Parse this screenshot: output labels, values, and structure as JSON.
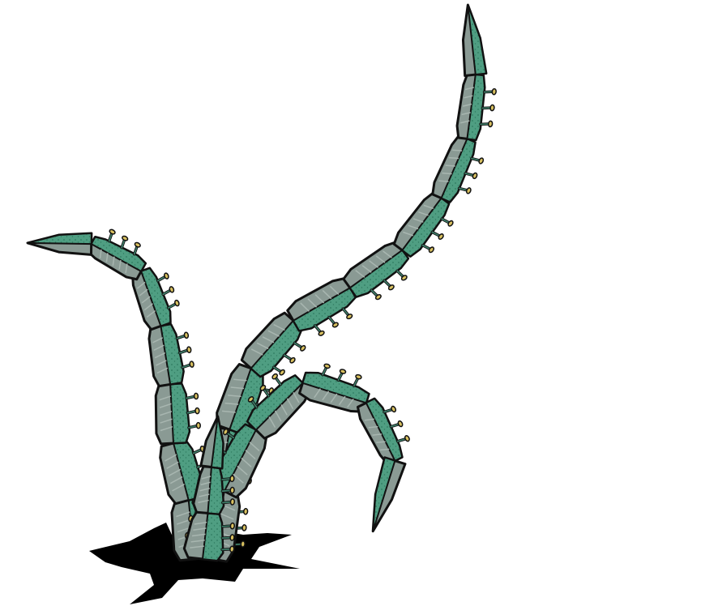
{
  "scene": {
    "background": "#ffffff",
    "sprite": "tentacle-plant-icon"
  },
  "colors": {
    "outline": "#111111",
    "ground_crack": "#000000",
    "segment_green": "#4f9e82",
    "segment_dots": "#2f7a60",
    "segment_grey": "#8a9a94",
    "segment_grey_light": "#a8b6b0",
    "spike_stem": "#3d7a66",
    "spike_knob": "#d8c060"
  },
  "tentacles": [
    {
      "name": "tentacle-tall-right",
      "segments": 9
    },
    {
      "name": "tentacle-left-hook",
      "segments": 6
    },
    {
      "name": "tentacle-middle-curl",
      "segments": 5
    },
    {
      "name": "tentacle-center-short",
      "segments": 2
    }
  ]
}
